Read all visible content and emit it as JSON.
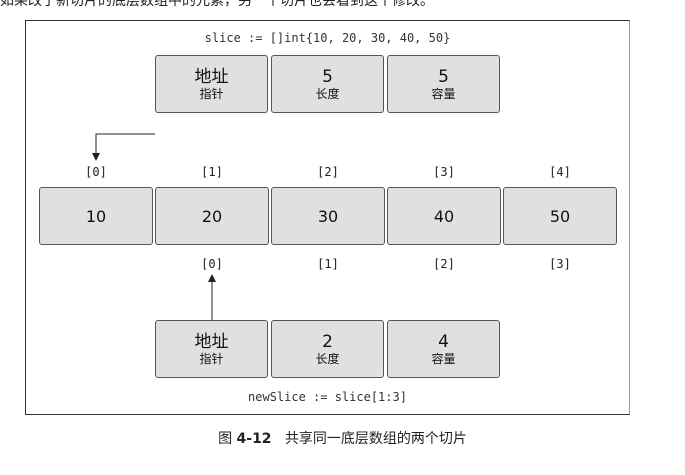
{
  "top_fragment": "如果改了新切片的底层数组中的元素，另一个切片也会看到这个修改。",
  "slice_decl": "slice := []int{10, 20, 30, 40, 50}",
  "slice_header": [
    {
      "main": "地址",
      "sub": "指针"
    },
    {
      "main": "5",
      "sub": "长度"
    },
    {
      "main": "5",
      "sub": "容量"
    }
  ],
  "top_indices": [
    "[0]",
    "[1]",
    "[2]",
    "[3]",
    "[4]"
  ],
  "array_values": [
    "10",
    "20",
    "30",
    "40",
    "50"
  ],
  "bottom_indices": [
    "[0]",
    "[1]",
    "[2]",
    "[3]"
  ],
  "newslice_header": [
    {
      "main": "地址",
      "sub": "指针"
    },
    {
      "main": "2",
      "sub": "长度"
    },
    {
      "main": "4",
      "sub": "容量"
    }
  ],
  "newslice_decl": "newSlice := slice[1:3]",
  "caption": {
    "prefix": "图 ",
    "number": "4-12",
    "text": "共享同一底层数组的两个切片"
  }
}
